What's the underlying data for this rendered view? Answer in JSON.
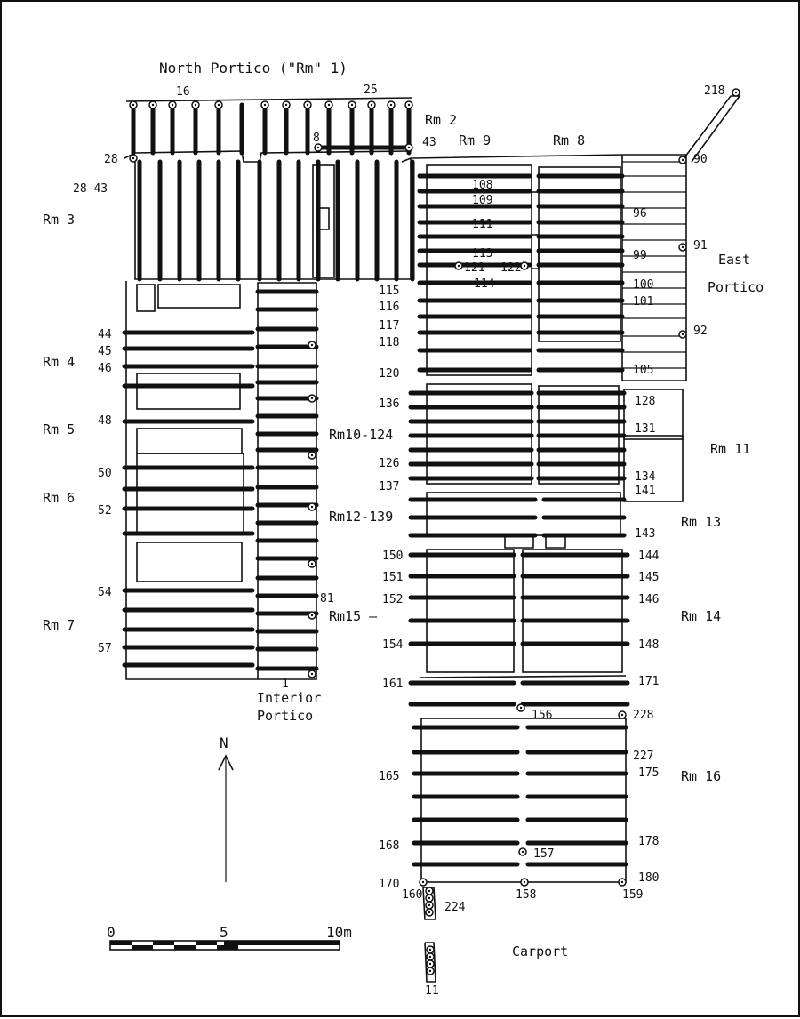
{
  "titles": {
    "north_portico": "North Portico  (\"Rm\" 1)",
    "east_portico_1": "East",
    "east_portico_2": "Portico",
    "interior_portico_1": "Interior",
    "interior_portico_2": "Portico",
    "carport": "Carport",
    "north": "N"
  },
  "rooms": {
    "rm2": "Rm 2",
    "rm3": "Rm 3",
    "rm4": "Rm 4",
    "rm5": "Rm 5",
    "rm6": "Rm 6",
    "rm7": "Rm 7",
    "rm8": "Rm 8",
    "rm9": "Rm 9",
    "rm10": "Rm10-124",
    "rm11": "Rm 11",
    "rm12": "Rm12-139",
    "rm13": "Rm 13",
    "rm14": "Rm 14",
    "rm15": "Rm15 —",
    "rm16": "Rm 16"
  },
  "scale": {
    "s0": "0",
    "s5": "5",
    "s10": "10m"
  },
  "labels": {
    "l16": "16",
    "l25": "25",
    "l218": "218",
    "l8": "8",
    "l43": "43",
    "l28": "28",
    "l28_43": "28-43",
    "l90": "90",
    "l96": "96",
    "l91": "91",
    "l99": "99",
    "l100": "100",
    "l101": "101",
    "l92": "92",
    "l105": "105",
    "l108": "108",
    "l109": "109",
    "l111": "111",
    "l113": "113",
    "l121": "121",
    "l122": "122",
    "l114": "114",
    "l115": "115",
    "l116": "116",
    "l117": "117",
    "l118": "118",
    "l120": "120",
    "l136": "136",
    "l126": "126",
    "l137": "137",
    "l128": "128",
    "l131": "131",
    "l134": "134",
    "l141": "141",
    "l143": "143",
    "l150": "150",
    "l151": "151",
    "l152": "152",
    "l154": "154",
    "l161": "161",
    "l144": "144",
    "l145": "145",
    "l146": "146",
    "l148": "148",
    "l171": "171",
    "l156": "156",
    "l228": "228",
    "l227": "227",
    "l175": "175",
    "l165": "165",
    "l168": "168",
    "l178": "178",
    "l157": "157",
    "l170": "170",
    "l180": "180",
    "l160": "160",
    "l158": "158",
    "l159": "159",
    "l224": "224",
    "l44": "44",
    "l45": "45",
    "l46": "46",
    "l48": "48",
    "l50": "50",
    "l52": "52",
    "l54": "54",
    "l57": "57",
    "l81": "81",
    "l1": "1",
    "l11": "11"
  }
}
